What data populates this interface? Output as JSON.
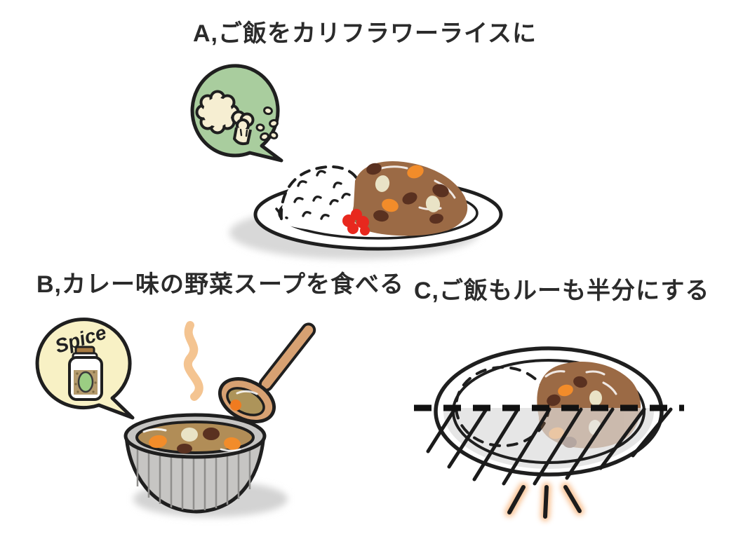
{
  "page": {
    "background": "#ffffff"
  },
  "options": [
    {
      "key": "A",
      "label": "A,ご飯をカリフラワーライスに"
    },
    {
      "key": "B",
      "label": "B,カレー味の野菜スープを食べる",
      "bubble_text": "Spice"
    },
    {
      "key": "C",
      "label": "C,ご飯もルーも半分にする"
    }
  ],
  "icons": {
    "a_bubble": "cauliflower-icon",
    "b_bubble": "spice-bottle-icon",
    "c_marks": [
      "dashed-cut-line",
      "hatch-removed-half",
      "emphasis-strokes"
    ]
  },
  "colors": {
    "outline": "#1f1f1f",
    "curry_roux": "#9b6a45",
    "meat_chunk": "#5a3120",
    "carrot": "#f28c2a",
    "potato": "#e9e3c6",
    "red_pickles": "#e8281e",
    "rice": "#ffffff",
    "bubble_green": "#a9cd9e",
    "cauliflower_cream": "#f6eed2",
    "bubble_yellow": "#f8f1c5",
    "bottle_cap_brown": "#a87b42",
    "bottle_label_tan": "#b59b6d",
    "bottle_label_green": "#9bcd83",
    "bowl_gray": "#c6c5c3",
    "soup_tan": "#b18d57",
    "spoon_wood": "#d7a172",
    "steam_orange": "#f4c491",
    "shadow_gray": "#d8d8d8",
    "removed_gray": "#e6e6e6",
    "glow_orange": "#f49a4e"
  }
}
